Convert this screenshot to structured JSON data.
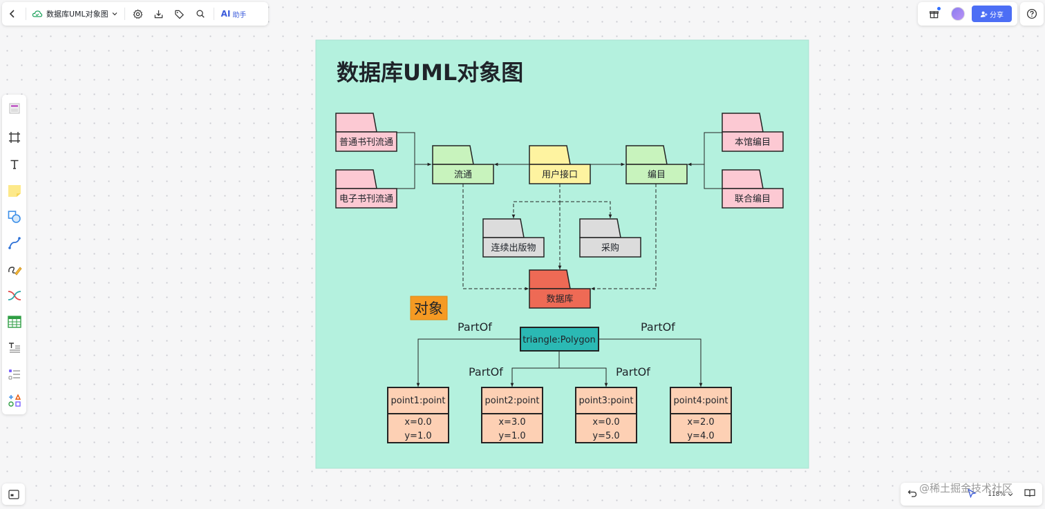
{
  "topbar": {
    "doc_title": "数据库UML对象图",
    "ai_label": "AI",
    "ai_sub": "助手"
  },
  "topright": {
    "share_label": "分享"
  },
  "zoom": {
    "level": "118%"
  },
  "watermark": "@稀土掘金技术社区",
  "diagram": {
    "title": "数据库UML对象图",
    "packages": {
      "putong": "普通书刊流通",
      "dianzi": "电子书刊流通",
      "liutong": "流通",
      "yonghu": "用户接口",
      "bianmu": "编目",
      "benguan": "本馆编目",
      "lianhe": "联合编目",
      "lianxu": "连续出版物",
      "caigou": "采购",
      "shujuku": "数据库"
    },
    "object_tag": "对象",
    "polygon": "triangle:Polygon",
    "partof": [
      "PartOf",
      "PartOf",
      "PartOf",
      "PartOf"
    ],
    "points": [
      {
        "name": "point1:point",
        "x": "x=0.0",
        "y": "y=1.0"
      },
      {
        "name": "point2:point",
        "x": "x=3.0",
        "y": "y=1.0"
      },
      {
        "name": "point3:point",
        "x": "x=0.0",
        "y": "y=5.0"
      },
      {
        "name": "point4:point",
        "x": "x=2.0",
        "y": "y=4.0"
      }
    ]
  },
  "colors": {
    "board": "#b4f1de",
    "pink": "#fcc9d3",
    "green": "#c8f3bd",
    "yellow": "#fef3a0",
    "gray": "#dcdcdc",
    "red": "#ee6a55",
    "orange": "#f59a23",
    "teal": "#2bb9b4",
    "peach": "#fdd0b4",
    "accent": "#4c6ef5"
  }
}
